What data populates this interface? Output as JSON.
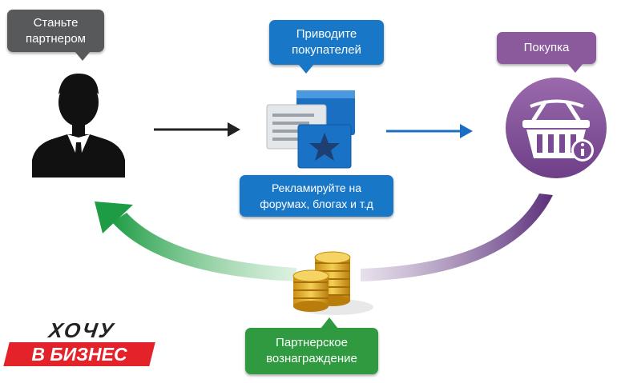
{
  "steps": {
    "partner": [
      "Станьте",
      "партнером"
    ],
    "attract": [
      "Приводите",
      "покупателей"
    ],
    "purchase": [
      "Покупка"
    ],
    "advertise": [
      "Рекламируйте на",
      "форумах, блогах и т.д"
    ],
    "reward": [
      "Партнерское",
      "вознаграждение"
    ]
  },
  "logo": {
    "top": "ХОЧУ",
    "bottom": "В БИЗНЕС"
  },
  "colors": {
    "gray_bubble": "#58595b",
    "blue_bubble": "#1877c6",
    "purple_bubble": "#8a5a9d",
    "green_bubble": "#2f9a3f",
    "green_arrow": "#25a54a",
    "purple_arrow": "#6b3b86",
    "logo_red": "#e3222a"
  },
  "icons": [
    "person-icon",
    "ads-icon",
    "basket-icon",
    "coins-icon"
  ]
}
